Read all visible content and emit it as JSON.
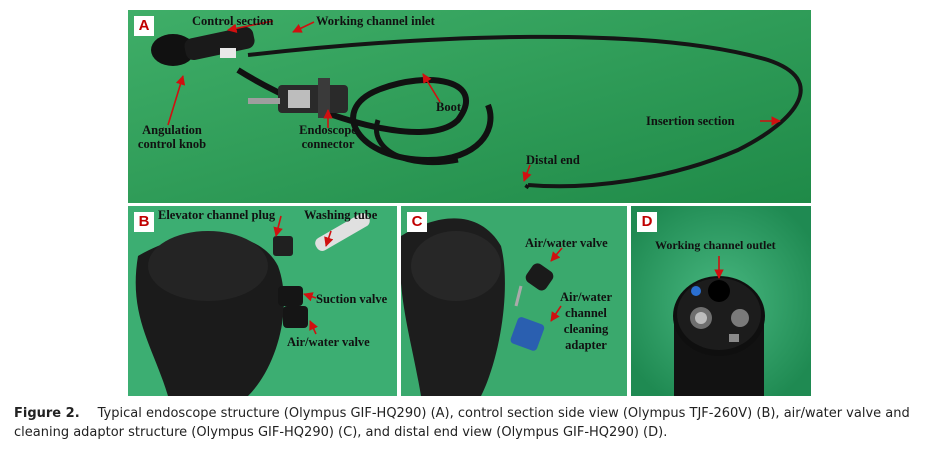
{
  "panels": {
    "A": {
      "letter": "A",
      "labels": {
        "control_section": "Control section",
        "working_channel_inlet": "Working channel inlet",
        "angulation_knob": "Angulation\ncontrol knob",
        "boot": "Boot",
        "endoscope_connector": "Endoscope\nconnector",
        "insertion_section": "Insertion section",
        "distal_end": "Distal end"
      }
    },
    "B": {
      "letter": "B",
      "labels": {
        "elevator_channel_plug": "Elevator channel plug",
        "washing_tube": "Washing tube",
        "suction_valve": "Suction valve",
        "air_water_valve": "Air/water valve"
      }
    },
    "C": {
      "letter": "C",
      "labels": {
        "air_water_valve": "Air/water valve",
        "cleaning_adapter": "Air/water\nchannel\ncleaning\nadapter"
      }
    },
    "D": {
      "letter": "D",
      "labels": {
        "working_channel_outlet": "Working channel outlet"
      }
    }
  },
  "caption": {
    "figure_label": "Figure 2.",
    "text": "Typical endoscope structure (Olympus GIF-HQ290) (A), control section side view (Olympus TJF-260V) (B), air/water valve and cleaning adaptor structure (Olympus GIF-HQ290) (C), and distal end view (Olympus GIF-HQ290) (D)."
  },
  "colors": {
    "panel_green": "#2e9b57",
    "arrow_red": "#d01010",
    "letter_red": "#c00000"
  }
}
